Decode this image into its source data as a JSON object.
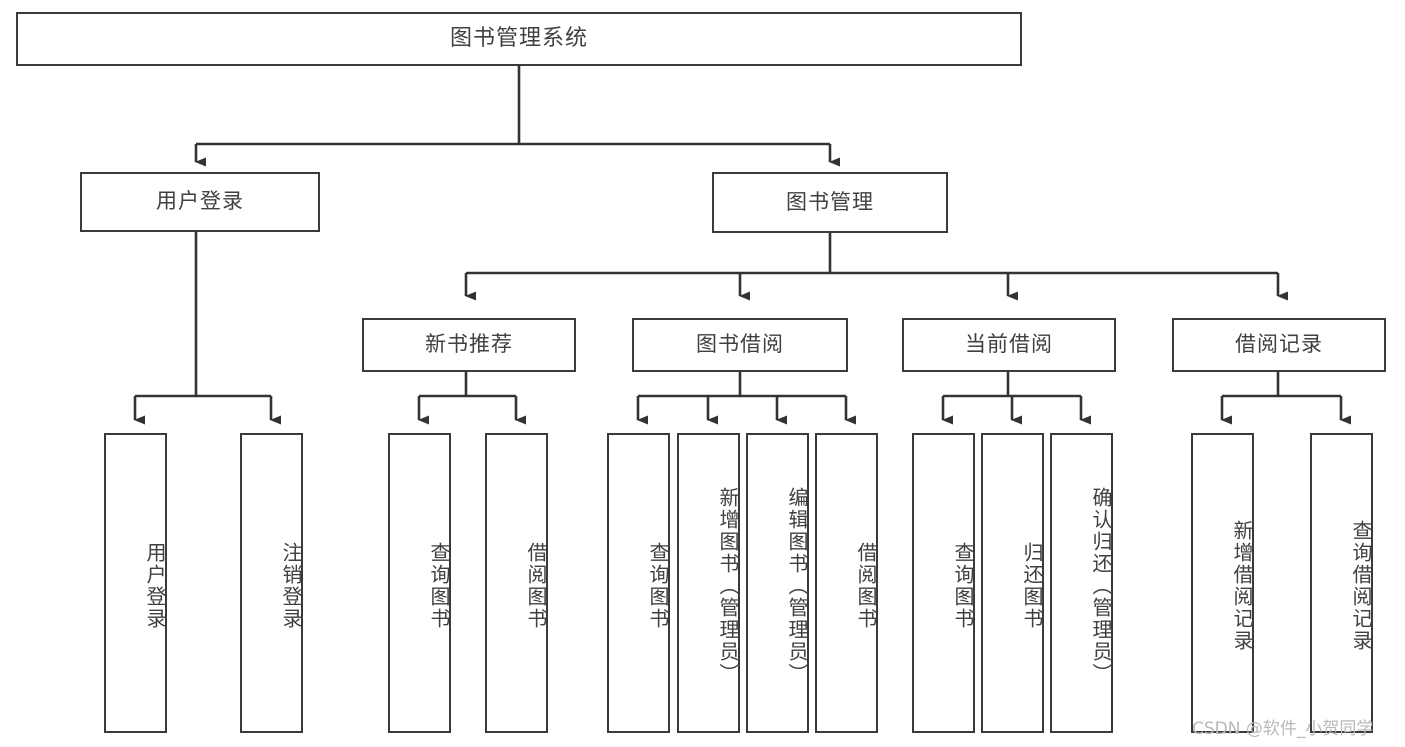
{
  "diagram": {
    "type": "tree",
    "orientation": "top-down",
    "title_node": "图书管理系统",
    "line_color": "#3a3a3a",
    "text_color": "#404040",
    "background": "#ffffff"
  },
  "nodes": {
    "root": {
      "label": "图书管理系统"
    },
    "level2": [
      {
        "label": "用户登录"
      },
      {
        "label": "图书管理"
      }
    ],
    "level3": [
      {
        "label": "新书推荐"
      },
      {
        "label": "图书借阅"
      },
      {
        "label": "当前借阅"
      },
      {
        "label": "借阅记录"
      }
    ],
    "leaves": {
      "user_login": [
        {
          "label": "用户登录"
        },
        {
          "label": "注销登录"
        }
      ],
      "new_book_recommend": [
        {
          "label": "查询图书"
        },
        {
          "label": "借阅图书"
        }
      ],
      "book_borrow": [
        {
          "label": "查询图书"
        },
        {
          "label": "新增图书（管理员）"
        },
        {
          "label": "编辑图书（管理员）"
        },
        {
          "label": "借阅图书"
        }
      ],
      "current_borrow": [
        {
          "label": "查询图书"
        },
        {
          "label": "归还图书"
        },
        {
          "label": "确认归还（管理员）"
        }
      ],
      "borrow_record": [
        {
          "label": "新增借阅记录"
        },
        {
          "label": "查询借阅记录"
        }
      ]
    }
  },
  "watermark": {
    "text": "CSDN @软件_小贺同学"
  }
}
